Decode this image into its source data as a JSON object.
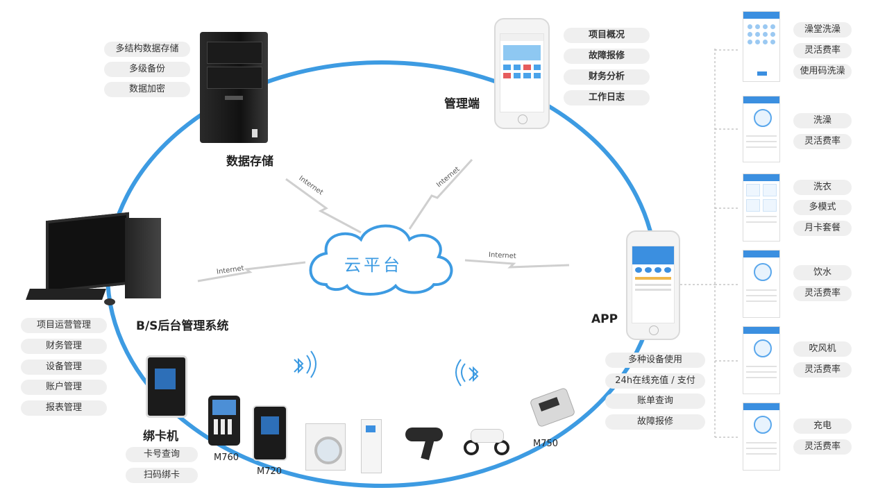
{
  "cloud": {
    "label": "云平台"
  },
  "internet_label": "Internet",
  "data_storage": {
    "title": "数据存储",
    "features": [
      "多结构数据存储",
      "多级备份",
      "数据加密"
    ]
  },
  "admin": {
    "title": "管理端",
    "features": [
      "项目概况",
      "故障报修",
      "财务分析",
      "工作日志"
    ]
  },
  "bs_system": {
    "title": "B/S后台管理系统",
    "features": [
      "项目运营管理",
      "财务管理",
      "设备管理",
      "账户管理",
      "报表管理"
    ]
  },
  "app": {
    "title": "APP",
    "features": [
      "多种设备使用",
      "24h在线充值 / 支付",
      "账单查询",
      "故障报修"
    ]
  },
  "card_binder": {
    "title": "绑卡机",
    "features": [
      "卡号查询",
      "扫码绑卡"
    ]
  },
  "devices": {
    "m760": "M760",
    "m720": "M720",
    "m750": "M750"
  },
  "app_services": [
    {
      "features": [
        "澡堂洗澡",
        "灵活费率",
        "使用码洗澡"
      ]
    },
    {
      "features": [
        "洗澡",
        "灵活费率"
      ]
    },
    {
      "features": [
        "洗衣",
        "多模式",
        "月卡套餐"
      ]
    },
    {
      "features": [
        "饮水",
        "灵活费率"
      ]
    },
    {
      "features": [
        "吹风机",
        "灵活费率"
      ]
    },
    {
      "features": [
        "充电",
        "灵活费率"
      ]
    }
  ],
  "colors": {
    "ring": "#3d9be2",
    "pill_bg": "#efefef",
    "cloud": "#3d9be2"
  }
}
